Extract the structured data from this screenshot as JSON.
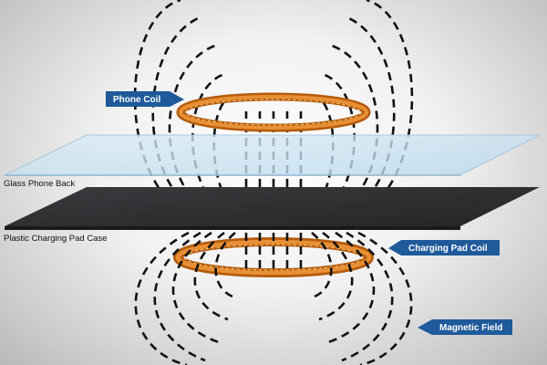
{
  "labels": {
    "phone_coil": "Phone Coil",
    "glass_phone_back": "Glass Phone Back",
    "plastic_charging_pad_case": "Plastic Charging Pad Case",
    "charging_pad_coil": "Charging Pad Coil",
    "magnetic_field": "Magnetic Field"
  },
  "colors": {
    "coil_copper": "#c96a12",
    "coil_highlight": "#f0a34a",
    "glass": "#cfe6f4",
    "pad_case": "#2f3032",
    "label_tag": "#1f5a9a",
    "field_lines": "#111111"
  }
}
